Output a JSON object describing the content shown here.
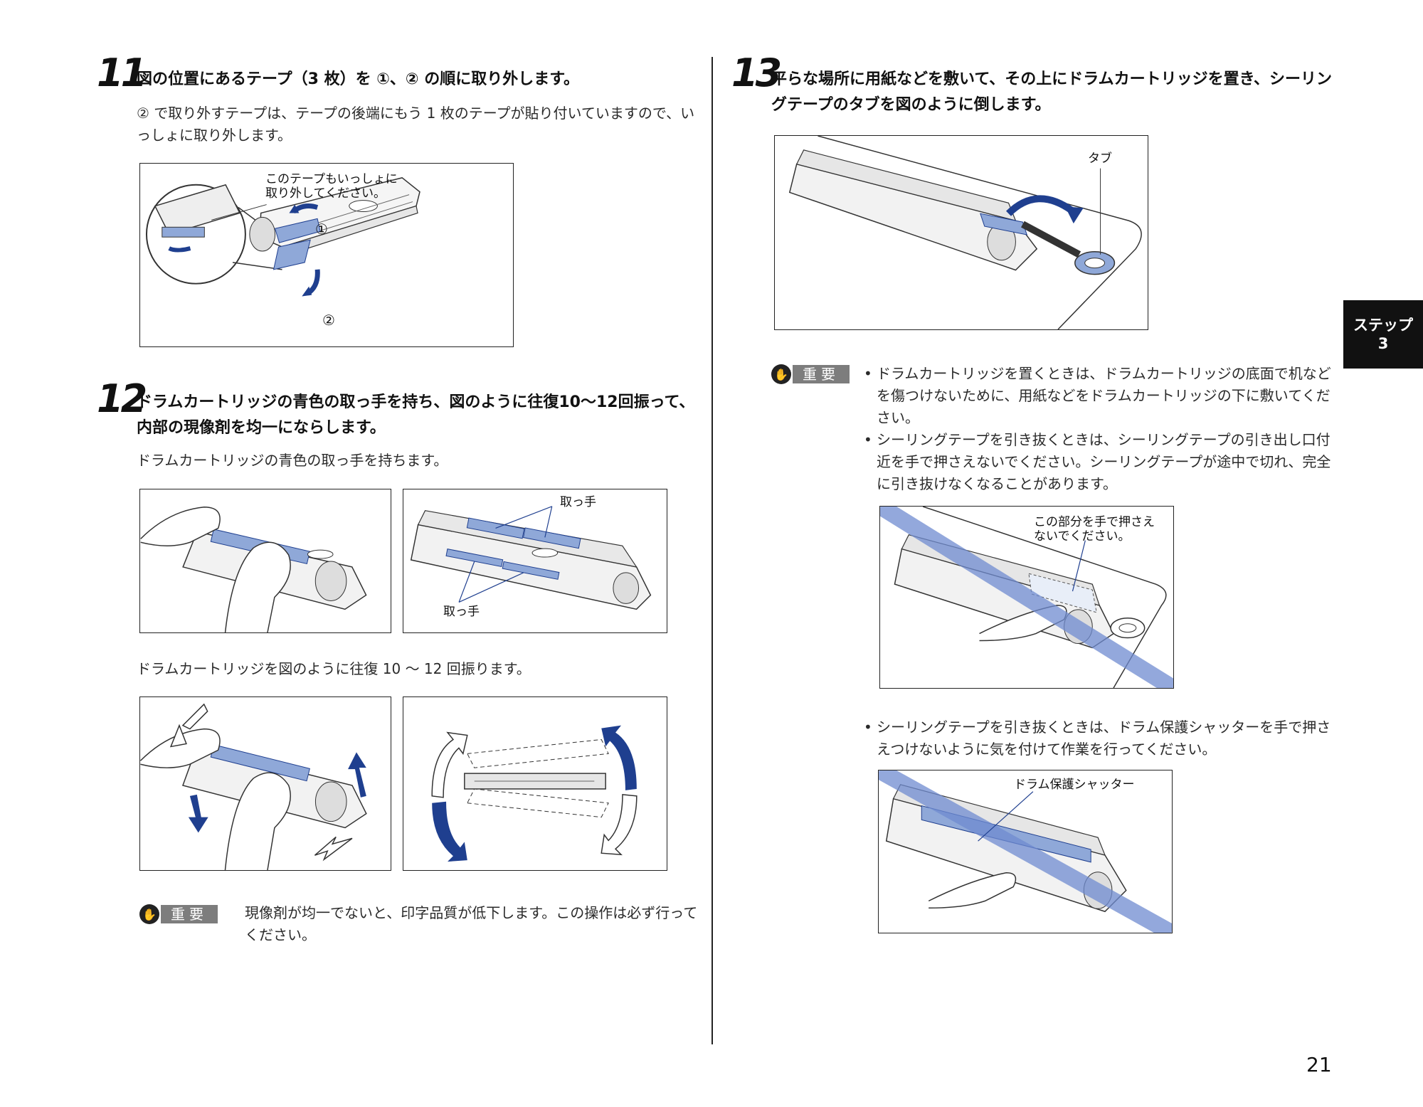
{
  "step11": {
    "number": "11",
    "heading": "図の位置にあるテープ（3 枚）を ①、② の順に取り外します。",
    "body": "② で取り外すテープは、テープの後端にもう 1 枚のテープが貼り付いていますので、いっしょに取り外します。",
    "figure_callout": "このテープもいっしょに\n取り外してください。",
    "marker1": "①",
    "marker2": "②"
  },
  "step12": {
    "number": "12",
    "heading": "ドラムカートリッジの青色の取っ手を持ち、図のように往復10～12回振って、内部の現像剤を均一にならします。",
    "body1": "ドラムカートリッジの青色の取っ手を持ちます。",
    "handle_label_top": "取っ手",
    "handle_label_bottom": "取っ手",
    "body2": "ドラムカートリッジを図のように往復 10 ～ 12 回振ります。",
    "important_label": "重要",
    "important_text": "現像剤が均一でないと、印字品質が低下します。この操作は必ず行ってください。"
  },
  "step13": {
    "number": "13",
    "heading": "平らな場所に用紙などを敷いて、その上にドラムカートリッジを置き、シーリングテープのタブを図のように倒します。",
    "tab_label": "タブ",
    "important_label": "重要",
    "bullets": [
      "ドラムカートリッジを置くときは、ドラムカートリッジの底面で机などを傷つけないために、用紙などをドラムカートリッジの下に敷いてください。",
      "シーリングテープを引き抜くときは、シーリングテープの引き出し口付近を手で押さえないでください。シーリングテープが途中で切れ、完全に引き抜けなくなることがあります。"
    ],
    "figure2_callout": "この部分を手で押さえ\nないでください。",
    "bullet3": "シーリングテープを引き抜くときは、ドラム保護シャッターを手で押さえつけないように気を付けて作業を行ってください。",
    "figure3_callout": "ドラム保護シャッター"
  },
  "side_tab": {
    "line1": "ステップ",
    "line2": "3"
  },
  "page_number": "21",
  "colors": {
    "accent_blue": "#1f3f8f",
    "light_blue": "#8fa8d8",
    "text": "#1a1a1a"
  }
}
